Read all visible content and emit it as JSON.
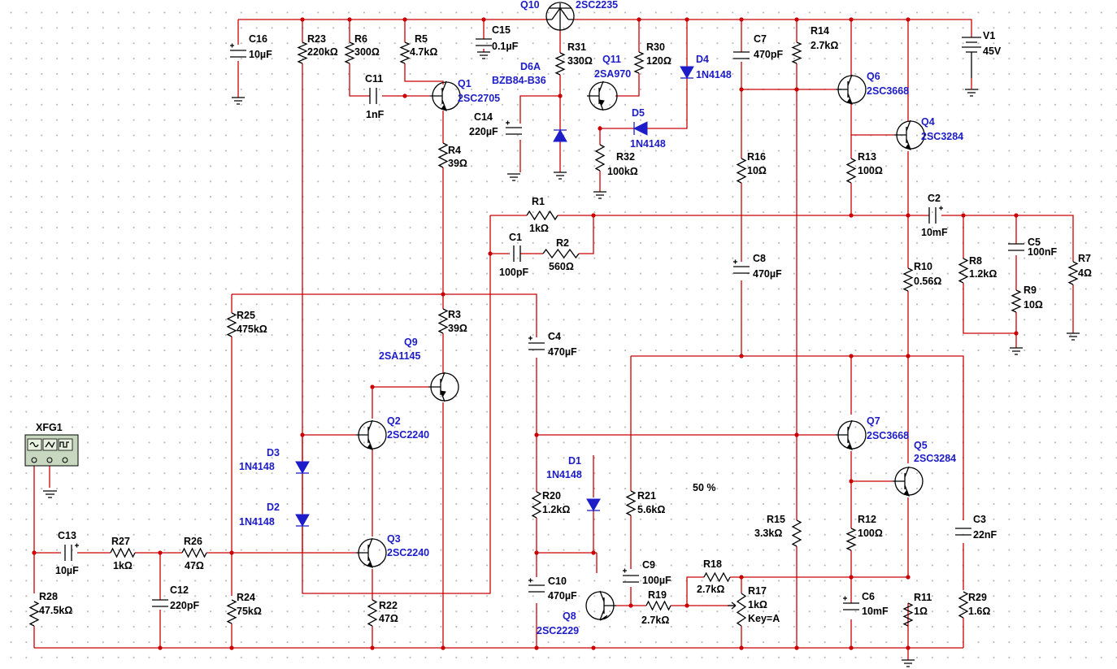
{
  "function_generator": {
    "ref": "XFG1"
  },
  "supply": {
    "ref": "V1",
    "value": "45V"
  },
  "overlay_text": "50 %",
  "components": {
    "C16": {
      "ref": "C16",
      "value": "10µF"
    },
    "R23": {
      "ref": "R23",
      "value": "220kΩ"
    },
    "R6": {
      "ref": "R6",
      "value": "300Ω"
    },
    "R5": {
      "ref": "R5",
      "value": "4.7kΩ"
    },
    "C11": {
      "ref": "C11",
      "value": "1nF"
    },
    "Q1": {
      "ref": "Q1",
      "value": "2SC2705"
    },
    "C15": {
      "ref": "C15",
      "value": "0.1µF"
    },
    "Q10": {
      "ref": "Q10",
      "value": "2SC2235"
    },
    "R31": {
      "ref": "R31",
      "value": "330Ω"
    },
    "D6A": {
      "ref": "D6A",
      "value": "BZB84-B36"
    },
    "C14": {
      "ref": "C14",
      "value": "220µF"
    },
    "R30": {
      "ref": "R30",
      "value": "120Ω"
    },
    "Q11": {
      "ref": "Q11",
      "value": "2SA970"
    },
    "D4": {
      "ref": "D4",
      "value": "1N4148"
    },
    "D5": {
      "ref": "D5",
      "value": "1N4148"
    },
    "R32": {
      "ref": "R32",
      "value": "100kΩ"
    },
    "C7": {
      "ref": "C7",
      "value": "470pF"
    },
    "R14": {
      "ref": "R14",
      "value": "2.7kΩ"
    },
    "Q6": {
      "ref": "Q6",
      "value": "2SC3668"
    },
    "Q4": {
      "ref": "Q4",
      "value": "2SC3284"
    },
    "R4": {
      "ref": "R4",
      "value": "39Ω"
    },
    "R16": {
      "ref": "R16",
      "value": "10Ω"
    },
    "R13": {
      "ref": "R13",
      "value": "100Ω"
    },
    "R1": {
      "ref": "R1",
      "value": "1kΩ"
    },
    "C1": {
      "ref": "C1",
      "value": "100pF"
    },
    "R2": {
      "ref": "R2",
      "value": "560Ω"
    },
    "C2": {
      "ref": "C2",
      "value": "10mF"
    },
    "C5": {
      "ref": "C5",
      "value": "100nF"
    },
    "R7": {
      "ref": "R7",
      "value": "4Ω"
    },
    "R8": {
      "ref": "R8",
      "value": "1.2kΩ"
    },
    "R9": {
      "ref": "R9",
      "value": "10Ω"
    },
    "C8": {
      "ref": "C8",
      "value": "470µF"
    },
    "R10": {
      "ref": "R10",
      "value": "0.56Ω"
    },
    "R25": {
      "ref": "R25",
      "value": "475kΩ"
    },
    "R3": {
      "ref": "R3",
      "value": "39Ω"
    },
    "C4": {
      "ref": "C4",
      "value": "470µF"
    },
    "Q9": {
      "ref": "Q9",
      "value": "2SA1145"
    },
    "Q2": {
      "ref": "Q2",
      "value": "2SC2240"
    },
    "D3": {
      "ref": "D3",
      "value": "1N4148"
    },
    "D2": {
      "ref": "D2",
      "value": "1N4148"
    },
    "Q3": {
      "ref": "Q3",
      "value": "2SC2240"
    },
    "Q7": {
      "ref": "Q7",
      "value": "2SC3668"
    },
    "Q5": {
      "ref": "Q5",
      "value": "2SC3284"
    },
    "D1": {
      "ref": "D1",
      "value": "1N4148"
    },
    "R20": {
      "ref": "R20",
      "value": "1.2kΩ"
    },
    "R21": {
      "ref": "R21",
      "value": "5.6kΩ"
    },
    "R15": {
      "ref": "R15",
      "value": "3.3kΩ"
    },
    "R12": {
      "ref": "R12",
      "value": "100Ω"
    },
    "C3": {
      "ref": "C3",
      "value": "22nF"
    },
    "C13": {
      "ref": "C13",
      "value": "10µF"
    },
    "R27": {
      "ref": "R27",
      "value": "1kΩ"
    },
    "R26": {
      "ref": "R26",
      "value": "47Ω"
    },
    "C12": {
      "ref": "C12",
      "value": "220pF"
    },
    "R28": {
      "ref": "R28",
      "value": "47.5kΩ"
    },
    "R24": {
      "ref": "R24",
      "value": "75kΩ"
    },
    "R22": {
      "ref": "R22",
      "value": "47Ω"
    },
    "C10": {
      "ref": "C10",
      "value": "470µF"
    },
    "Q8": {
      "ref": "Q8",
      "value": "2SC2229"
    },
    "C9": {
      "ref": "C9",
      "value": "100µF"
    },
    "R18": {
      "ref": "R18",
      "value": "2.7kΩ"
    },
    "R19": {
      "ref": "R19",
      "value": "2.7kΩ"
    },
    "R17": {
      "ref": "R17",
      "value": "1kΩ",
      "extra": "Key=A"
    },
    "C6": {
      "ref": "C6",
      "value": "10mF"
    },
    "R11": {
      "ref": "R11",
      "value": "1Ω"
    },
    "R29": {
      "ref": "R29",
      "value": "1.6Ω"
    }
  }
}
